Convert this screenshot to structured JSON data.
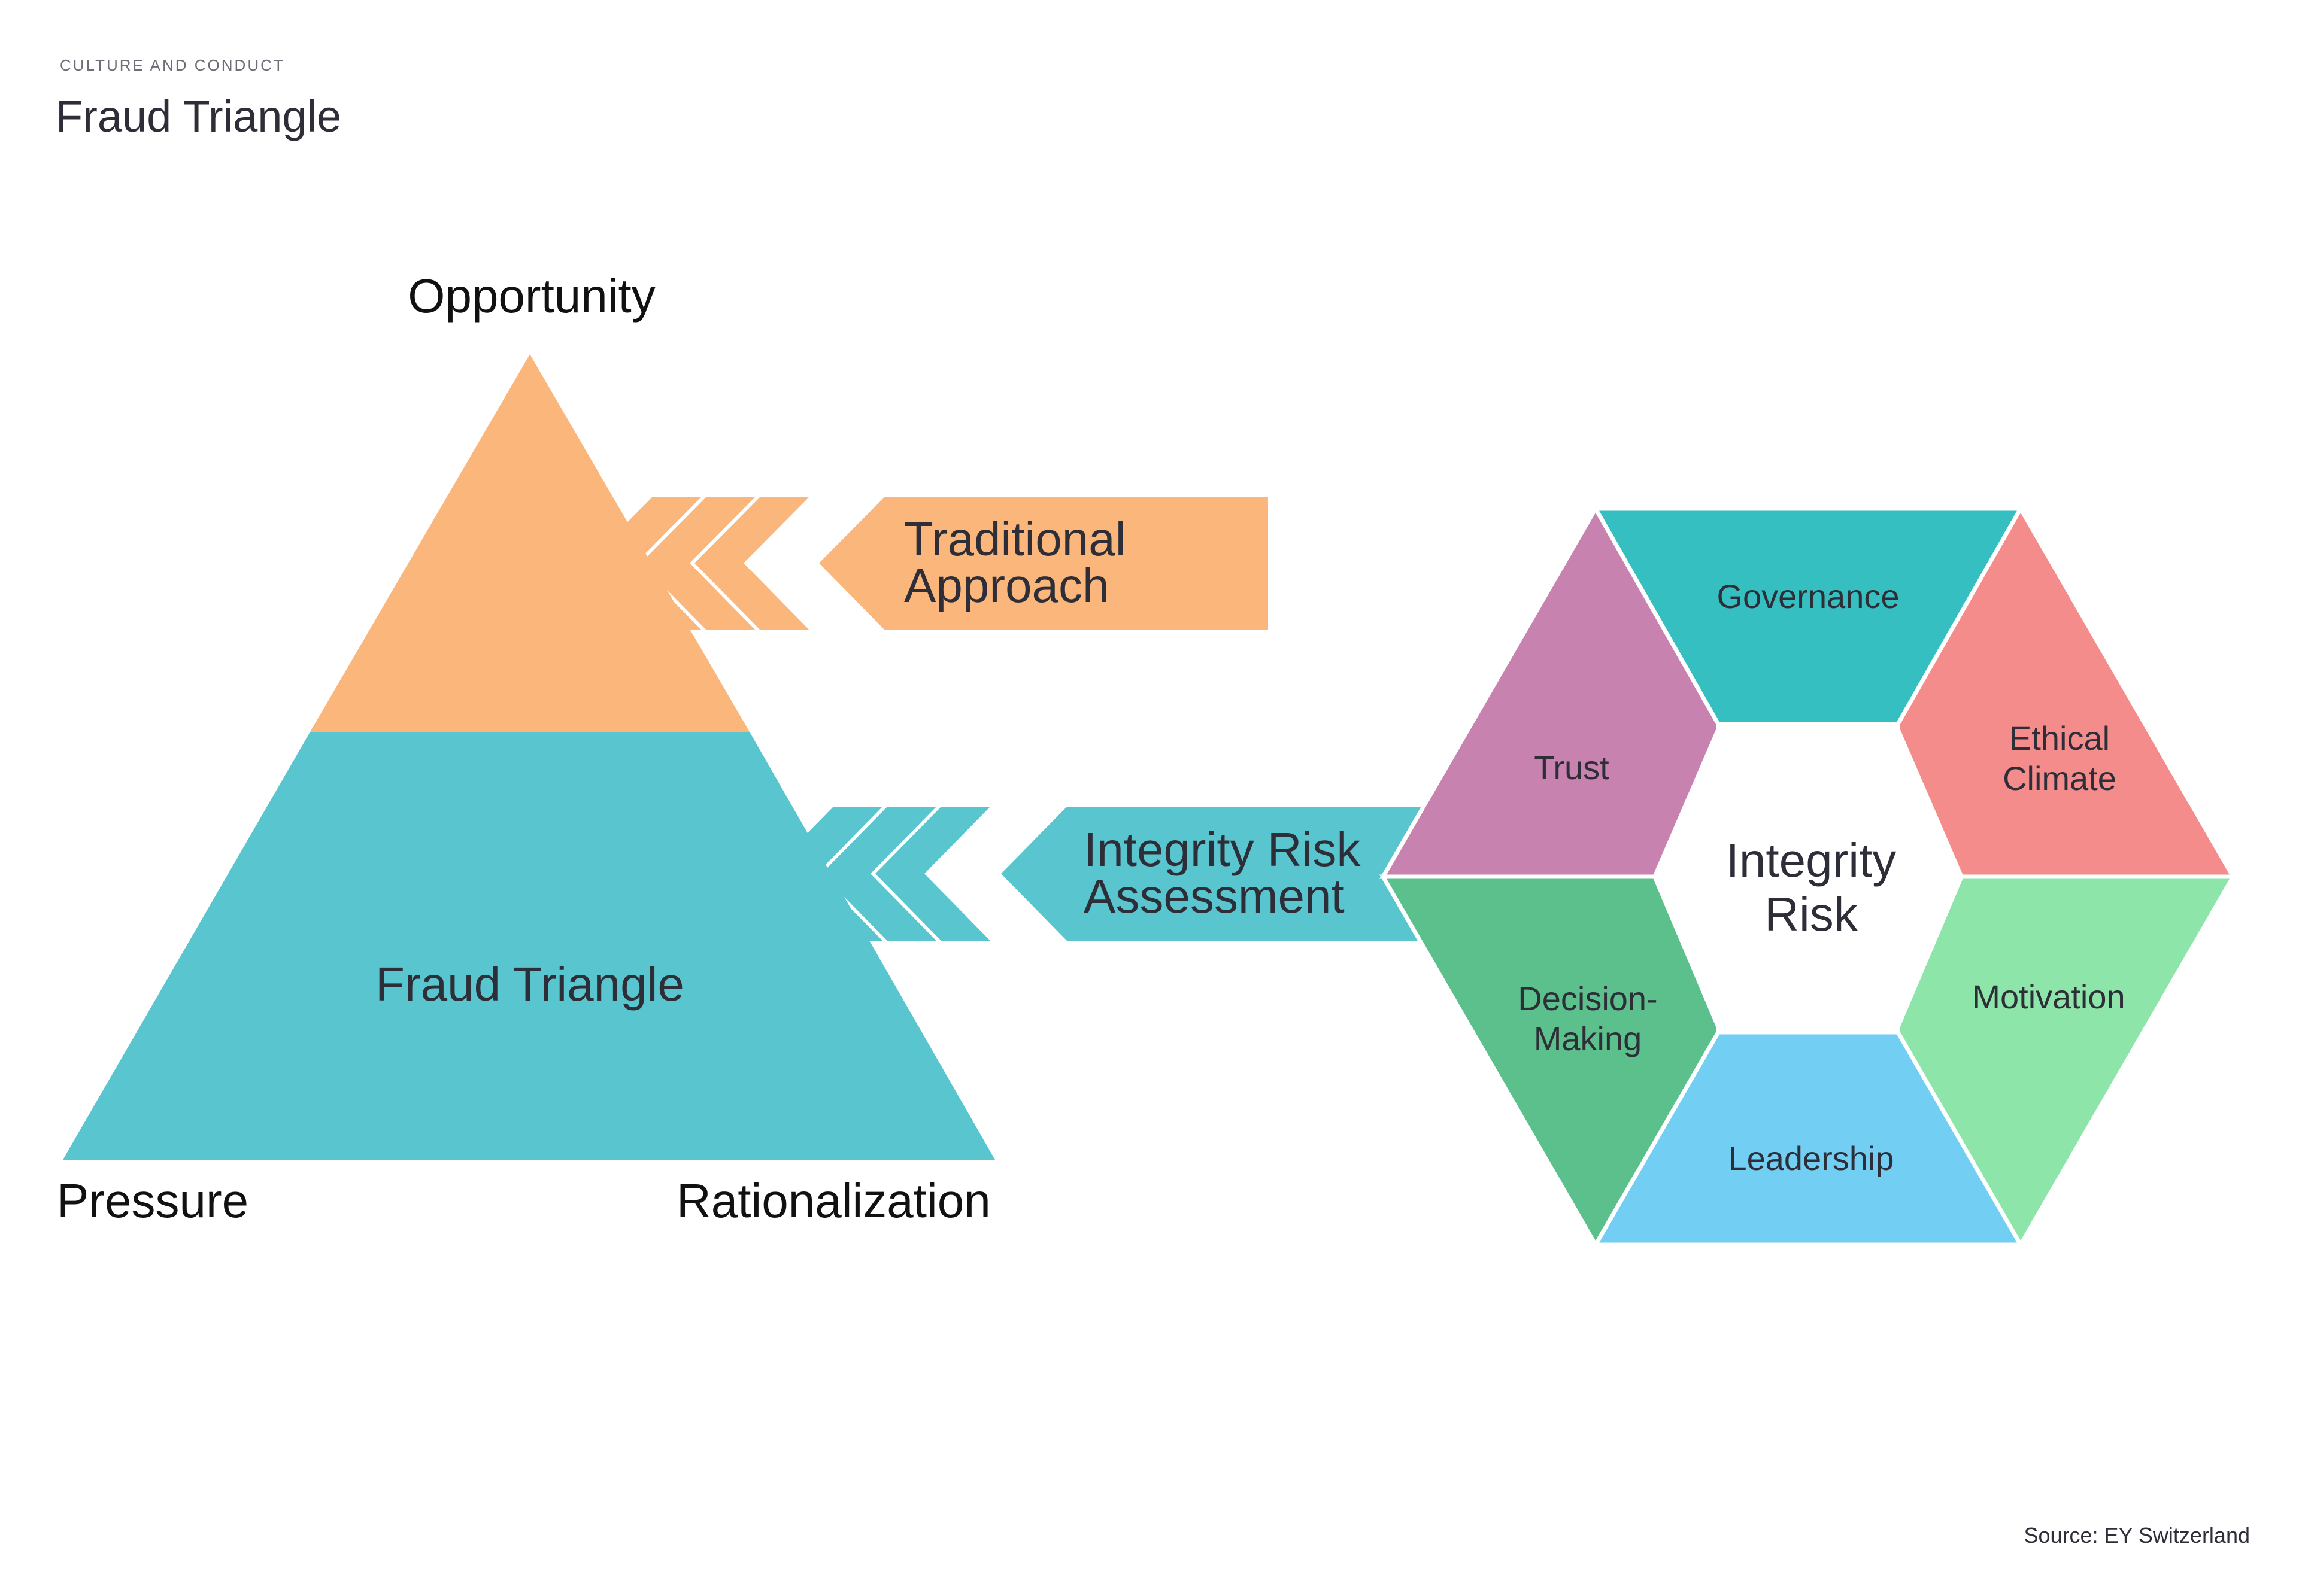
{
  "header": {
    "kicker": "CULTURE AND CONDUCT",
    "title": "Fraud Triangle"
  },
  "triangle": {
    "apex_label": "Opportunity",
    "center_label": "Fraud Triangle",
    "left_label": "Pressure",
    "right_label": "Rationalization",
    "colors": {
      "top": "#FBB77B",
      "bottom": "#59C5CF"
    }
  },
  "arrows": [
    {
      "lines": [
        "Traditional",
        "Approach"
      ],
      "color": "#FBB77B"
    },
    {
      "lines": [
        "Integrity Risk",
        "Assessment"
      ],
      "color": "#59C5CF"
    }
  ],
  "hexagon": {
    "center_lines": [
      "Integrity",
      "Risk"
    ],
    "segments": [
      {
        "id": "governance",
        "lines": [
          "Governance"
        ],
        "color": "#36BFC1"
      },
      {
        "id": "ethical-climate",
        "lines": [
          "Ethical",
          "Climate"
        ],
        "color": "#F48C8C"
      },
      {
        "id": "motivation",
        "lines": [
          "Motivation"
        ],
        "color": "#8EE5A9"
      },
      {
        "id": "leadership",
        "lines": [
          "Leadership"
        ],
        "color": "#72CEF3"
      },
      {
        "id": "decision-making",
        "lines": [
          "Decision-",
          "Making"
        ],
        "color": "#5CC08C"
      },
      {
        "id": "trust",
        "lines": [
          "Trust"
        ],
        "color": "#C882B0"
      }
    ]
  },
  "footer": {
    "source": "Source: EY Switzerland"
  }
}
